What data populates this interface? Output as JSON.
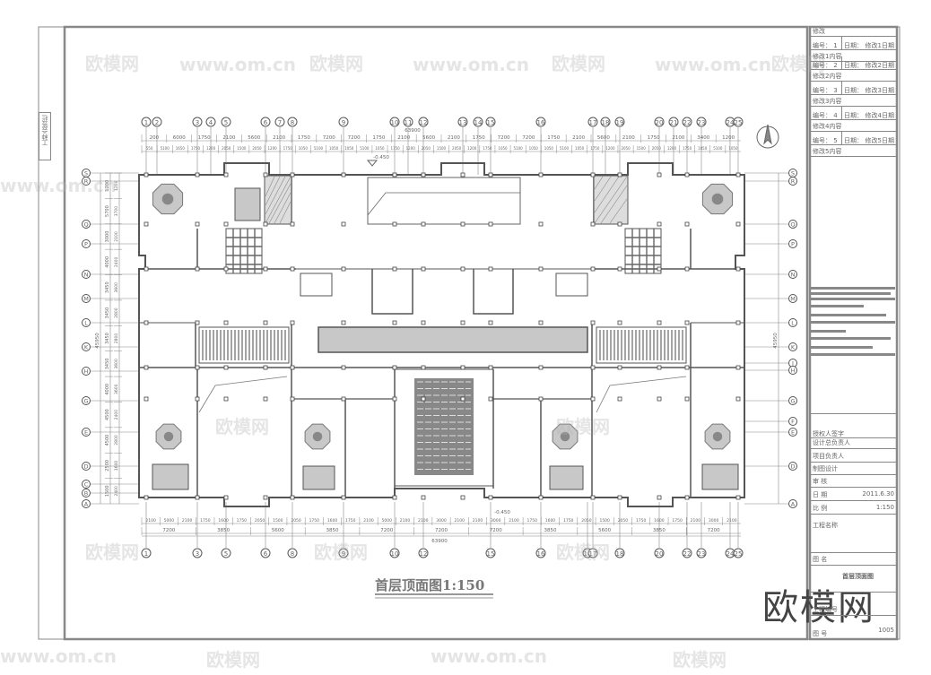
{
  "drawing": {
    "title": "首层顶面图1:150",
    "overall_dimension_top": "63900",
    "overall_dimension_bottom": "63900",
    "overall_dimension_side": "45950",
    "elevation_top": "-0.450",
    "elevation_bottom": "-0.450",
    "side_strip": "工种会签栏"
  },
  "axes": {
    "top": [
      "1",
      "2",
      "3",
      "4",
      "5",
      "6",
      "7",
      "8",
      "9",
      "10",
      "11",
      "12",
      "13",
      "14",
      "15",
      "16",
      "17",
      "18",
      "19",
      "20",
      "21",
      "22",
      "23",
      "24",
      "25"
    ],
    "bottom": [
      "1",
      "3",
      "5",
      "6",
      "8",
      "9",
      "10",
      "12",
      "15",
      "16",
      "16",
      "17",
      "18",
      "20",
      "22",
      "23",
      "24",
      "25"
    ],
    "left": [
      "S",
      "R",
      "Q",
      "P",
      "N",
      "M",
      "L",
      "K",
      "H",
      "G",
      "E",
      "D",
      "C",
      "B",
      "A"
    ],
    "right": [
      "S",
      "R",
      "Q",
      "P",
      "N",
      "M",
      "L",
      "K",
      "J",
      "H",
      "G",
      "F",
      "E",
      "D",
      "A"
    ]
  },
  "dimensions": {
    "top_row1": [
      "200",
      "6000",
      "1750",
      "2100",
      "5600",
      "2100",
      "1750",
      "7200",
      "7200",
      "1750",
      "2100",
      "5600",
      "2100",
      "1750",
      "7200",
      "7200",
      "1750",
      "2100",
      "5600",
      "2100",
      "1750",
      "2100",
      "3400",
      "1200"
    ],
    "top_row2": [
      "550",
      "5100",
      "1650",
      "1750",
      "1200",
      "2050",
      "1500",
      "2050",
      "1200",
      "1750",
      "1050",
      "5100",
      "1050",
      "1050",
      "5100",
      "1050",
      "1750",
      "1200",
      "2050",
      "1500",
      "2050",
      "1200",
      "1750",
      "1050",
      "5100",
      "1050",
      "1050",
      "5100",
      "1050",
      "1750",
      "1200",
      "2050",
      "1500",
      "2050",
      "1200",
      "1750",
      "1050",
      "5100",
      "1050"
    ],
    "bottom_row1": [
      "2100",
      "5000",
      "2100",
      "1750",
      "1600",
      "1750",
      "2050",
      "1500",
      "2050",
      "1750",
      "1600",
      "1750",
      "2100",
      "5000",
      "2100",
      "2100",
      "3000",
      "2100",
      "2100",
      "3000",
      "2100",
      "1750",
      "1600",
      "1750",
      "2050",
      "1500",
      "2050",
      "1750",
      "1600",
      "1750",
      "2100",
      "3000",
      "2100"
    ],
    "bottom_row2": [
      "7200",
      "3850",
      "5600",
      "3850",
      "7200",
      "7200",
      "7200",
      "3850",
      "5600",
      "3850",
      "7200"
    ],
    "left_col1": [
      "1200",
      "5700",
      "3000",
      "4000",
      "3450",
      "3450",
      "3450",
      "3450",
      "4000",
      "4500",
      "4500",
      "2500",
      "1500"
    ],
    "left_col2": [
      "1200",
      "3700",
      "2100",
      "2400",
      "3600",
      "2800",
      "2800",
      "3600",
      "3600",
      "2400",
      "2800",
      "1600",
      "2400"
    ]
  },
  "title_block": {
    "revisions": [
      {
        "header": "修改",
        "no_label": "编号：",
        "no": "1",
        "date_label": "日期：",
        "date": "修改1日期",
        "content": "修改1内容"
      },
      {
        "no_label": "编号：",
        "no": "2",
        "date_label": "日期：",
        "date": "修改2日期",
        "content": "修改2内容"
      },
      {
        "no_label": "编号：",
        "no": "3",
        "date_label": "日期：",
        "date": "修改3日期",
        "content": "修改3内容"
      },
      {
        "no_label": "编号：",
        "no": "4",
        "date_label": "日期：",
        "date": "修改4日期",
        "content": "修改4内容"
      },
      {
        "no_label": "编号：",
        "no": "5",
        "date_label": "日期：",
        "date": "修改5日期",
        "content": "修改5内容"
      }
    ],
    "authorized_signature": "授权人签字",
    "design_director": "设计总负责人",
    "project_leader": "项目负责人",
    "drafting": "制图设计",
    "review": "审 核",
    "date_label": "日 期",
    "date": "2011.6.30",
    "scale_label": "比 例",
    "scale": "1:150",
    "project_name_label": "工程名称",
    "drawing_name_label": "图 名",
    "drawing_name": "首层顶面图",
    "project_no_label": "工程编号",
    "drawing_no_label": "图 号",
    "drawing_no": "1005"
  },
  "watermarks": {
    "logo": "欧模网",
    "url": "www.om.cn"
  },
  "colors": {
    "line": "#777777",
    "wall": "#555555",
    "fill_gray": "#c8c8c8",
    "dark_fill": "#888888"
  }
}
